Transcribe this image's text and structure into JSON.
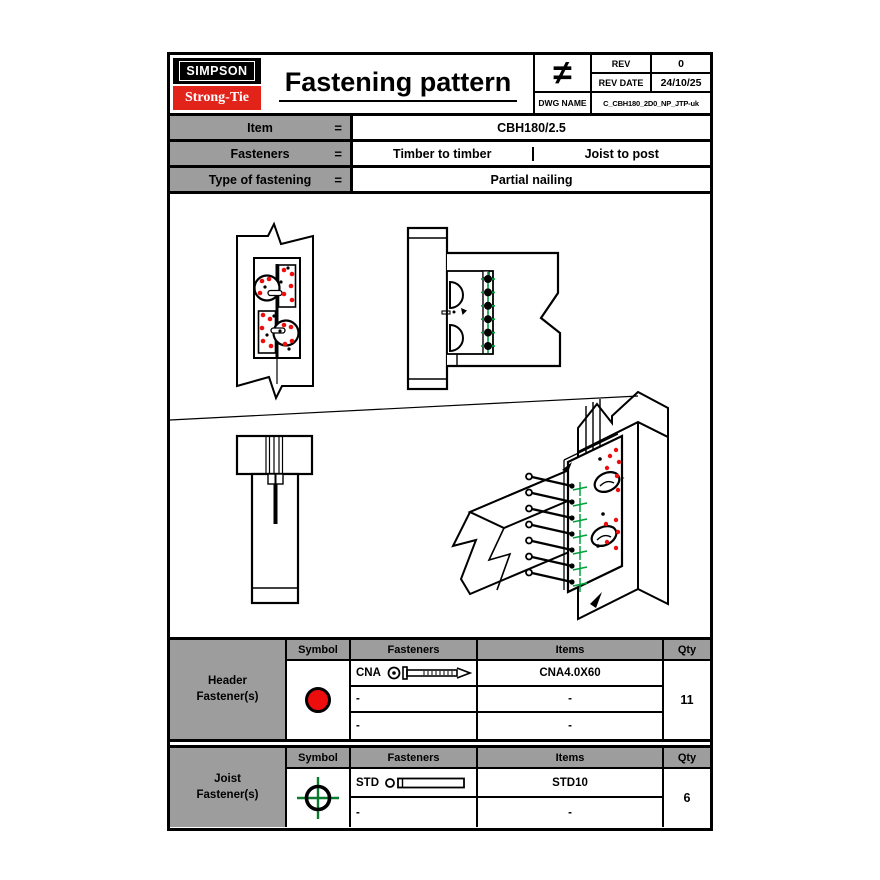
{
  "title_block": {
    "logo_line1": "SIMPSON",
    "logo_line2": "Strong-Tie",
    "title": "Fastening pattern",
    "note_symbol": "≠",
    "rev_label": "REV",
    "rev_value": "0",
    "rev_date_label": "REV DATE",
    "rev_date_value": "24/10/25",
    "dwg_name_label": "DWG NAME",
    "dwg_name_value": "C_CBH180_2D0_NP_JTP-uk"
  },
  "spec": {
    "equals": "=",
    "item_label": "Item",
    "item_value": "CBH180/2.5",
    "fasteners_label": "Fasteners",
    "fasteners_value_left": "Timber to timber",
    "fasteners_value_right": "Joist to post",
    "type_label": "Type of fastening",
    "type_value": "Partial nailing"
  },
  "header_table": {
    "label": "Header\nFastener(s)",
    "col_symbol": "Symbol",
    "col_fasteners": "Fasteners",
    "col_items": "Items",
    "col_qty": "Qty",
    "rows": [
      {
        "fastener": "CNA",
        "item": "CNA4.0X60"
      },
      {
        "fastener": "-",
        "item": "-"
      },
      {
        "fastener": "-",
        "item": "-"
      }
    ],
    "qty": "11"
  },
  "joist_table": {
    "label": "Joist\nFastener(s)",
    "col_symbol": "Symbol",
    "col_fasteners": "Fasteners",
    "col_items": "Items",
    "col_qty": "Qty",
    "rows": [
      {
        "fastener": "STD",
        "item": "STD10"
      },
      {
        "fastener": "-",
        "item": "-"
      }
    ],
    "qty": "6"
  },
  "colors": {
    "header_fastener_red": "#ee0d0d",
    "joist_fastener_green": "#008a2e",
    "logo_red": "#e2231a",
    "table_gray": "#9d9d9d"
  }
}
